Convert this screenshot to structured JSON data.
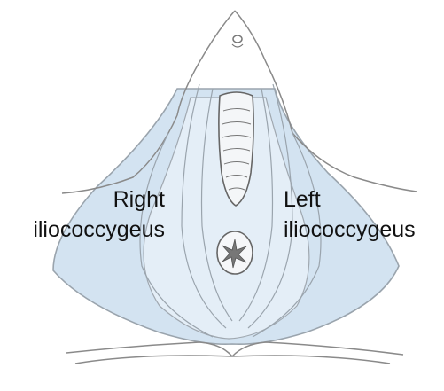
{
  "labels": {
    "right": {
      "line1": "Right",
      "line2": "iliococcygeus"
    },
    "left": {
      "line1": "Left",
      "line2": "iliococcygeus"
    }
  },
  "colors": {
    "muscle_fill": "#d3e3f1",
    "muscle_fill_light": "#e4eef7",
    "outline": "#8a8a8a",
    "text": "#111111"
  },
  "icons": {
    "anus": "anal-opening-icon",
    "vagina": "vaginal-opening-icon",
    "urethra": "urethral-opening-icon"
  }
}
